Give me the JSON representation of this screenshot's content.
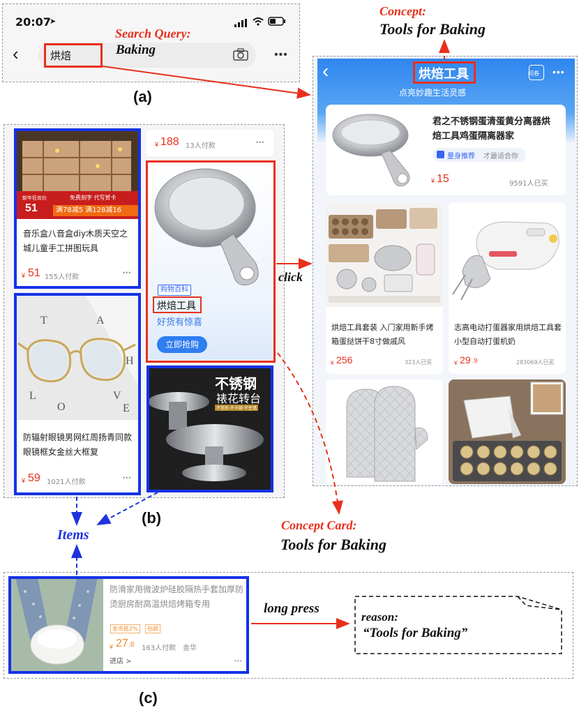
{
  "panel_a": {
    "status_time": "20:07",
    "search_query_text": "烘焙",
    "label_title": "Search Query:",
    "label_value": "Baking",
    "caption": "(a)"
  },
  "panel_b": {
    "caption": "(b)",
    "items": [
      {
        "title": "音乐盒八音盒diy木质天空之城儿童手工拼图玩具",
        "price_symbol": "¥",
        "price": "51",
        "sales": "155人付款",
        "badge_year": "新年狂欢价",
        "badge_price": "51",
        "promo": "满78减5 满128减16",
        "promo_top": "免费刻字 代写贺卡"
      },
      {
        "title": "防辐射眼镜男网红周扬青同款眼镜框女金丝大框复",
        "price_symbol": "¥",
        "price": "59",
        "sales": "1021人付款"
      }
    ],
    "top_right_price": "188",
    "top_right_sales": "13人付款",
    "concept_card": {
      "tag": "购物百科",
      "title": "烘焙工具",
      "subtitle": "好货有惊喜",
      "button": "立即抢购"
    },
    "turntable": {
      "line1": "不锈钢",
      "line2": "裱花转台",
      "tagline": "不变形·不卡顿·不生锈"
    }
  },
  "panel_concept": {
    "heading_title": "Concept:",
    "heading_value": "Tools for Baking",
    "header_title": "烘焙工具",
    "header_subtitle": "点亮妙趣生活灵感",
    "header_icon_label": "问卷",
    "featured": {
      "title": "君之不锈钢蛋清蛋黄分离器烘焙工具鸡蛋隔离器家",
      "recommend": "量身推荐",
      "recommend_note": "才最适合你",
      "price": "15",
      "sales": "9591人已买"
    },
    "products": [
      {
        "title": "烘焙工具套装 入门家用新手烤箱蛋挞饼干8寸做戚风",
        "price": "256",
        "sales": "323人已买"
      },
      {
        "title": "志高电动打蛋器家用烘焙工具套小型自动打蛋机奶",
        "price": "29",
        "price_decimal": ".9",
        "sales": "283069人已买"
      }
    ]
  },
  "annotations": {
    "click": "click",
    "items": "Items",
    "concept_card_title": "Concept Card:",
    "concept_card_value": "Tools for Baking",
    "long_press": "long press",
    "reason_label": "reason:",
    "reason_value": "“Tools for Baking”"
  },
  "panel_c": {
    "caption": "(c)",
    "title": "防滑家用微波炉硅胶隔热手套加厚防烫厨房耐高温烘焙烤箱专用",
    "tag1": "金币抵2%",
    "tag2": "包邮",
    "price_symbol": "¥",
    "price": "27",
    "price_decimal": ".8",
    "sales": "163人付款",
    "shop": "金华",
    "enter_store": "进店 >"
  },
  "colors": {
    "accent_red": "#e8301c",
    "accent_blue": "#1632e6",
    "header_blue": "#3b8ff0"
  }
}
